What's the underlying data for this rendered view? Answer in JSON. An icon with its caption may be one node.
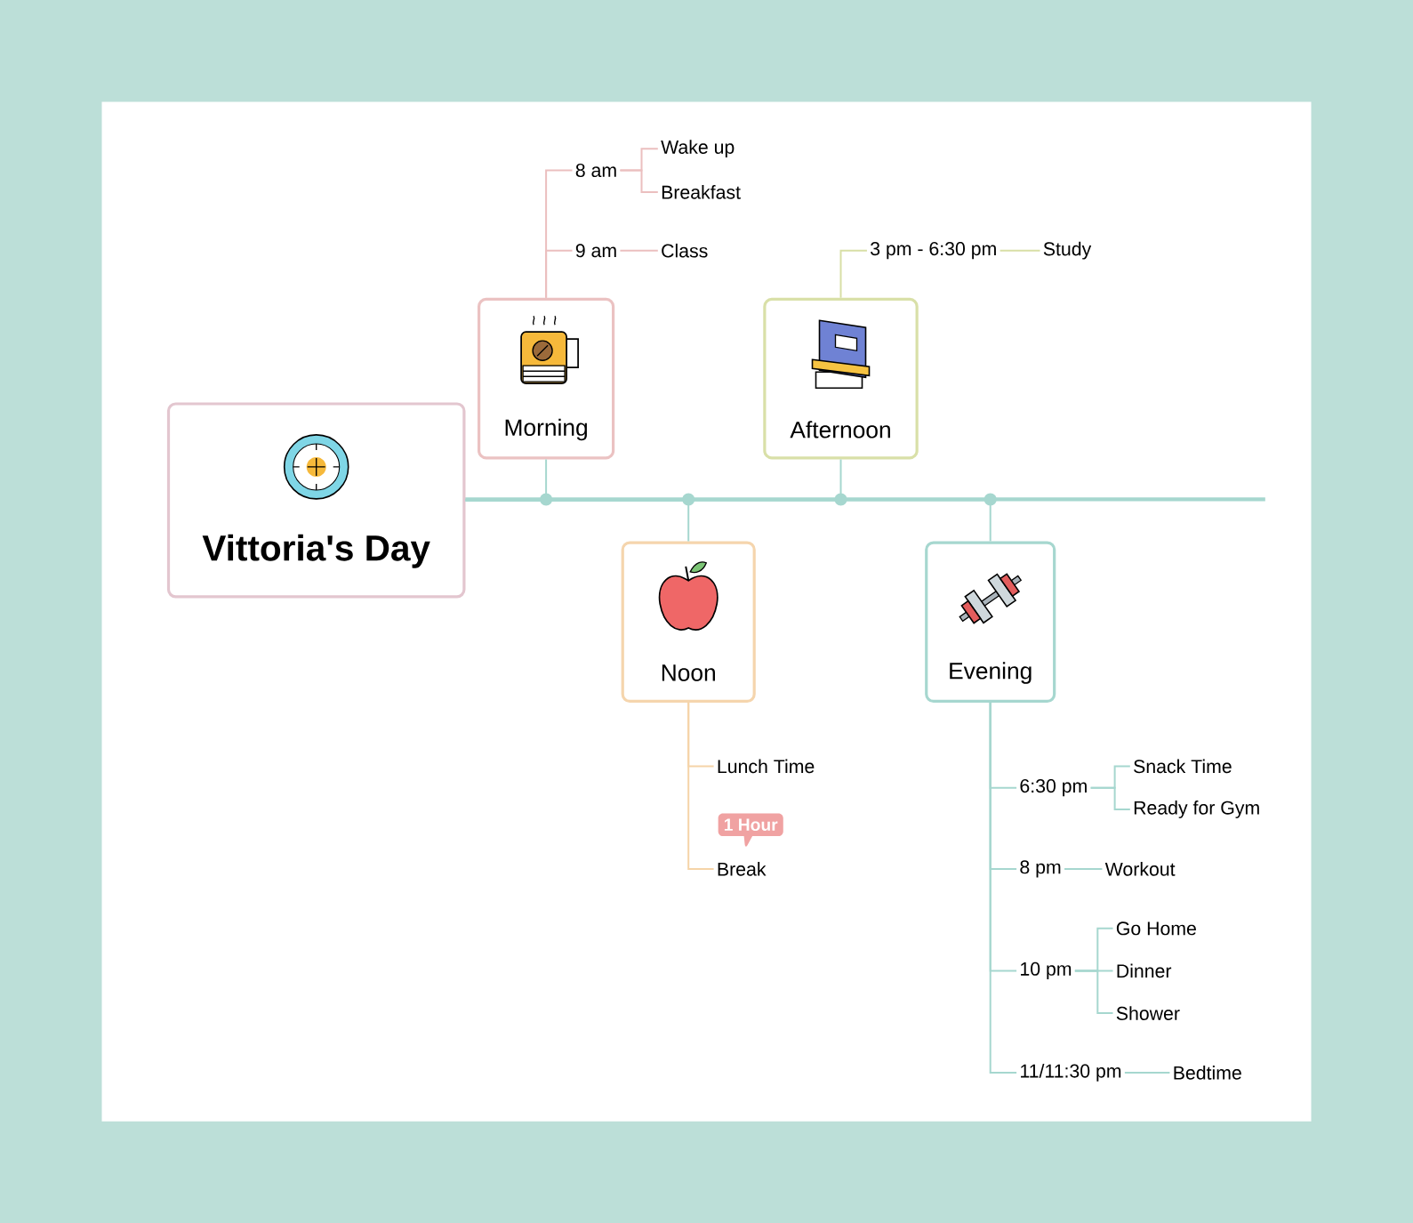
{
  "diagram": {
    "nodes": [
      {
        "text": [
          "Vittoria's Day"
        ]
      },
      {
        "text": [
          "Morning"
        ]
      },
      {
        "text": [
          "Afternoon"
        ]
      },
      {
        "text": [
          "Noon"
        ]
      },
      {
        "text": [
          "Evening"
        ]
      },
      {
        "text": [
          "8 am"
        ]
      },
      {
        "text": [
          "Wake up"
        ]
      },
      {
        "text": [
          "Breakfast"
        ]
      },
      {
        "text": [
          "9 am"
        ]
      },
      {
        "text": [
          "Class"
        ]
      },
      {
        "text": [
          "3 pm - 6:30 pm"
        ]
      },
      {
        "text": [
          "Study"
        ]
      },
      {
        "text": [
          "Lunch Time"
        ]
      },
      {
        "text": [
          "Break"
        ],
        "beside": [
          "1 Hour"
        ]
      },
      {
        "text": [
          "6:30 pm"
        ]
      },
      {
        "text": [
          "Snack Time"
        ]
      },
      {
        "text": [
          "Ready for Gym"
        ]
      },
      {
        "text": [
          "8 pm"
        ]
      },
      {
        "text": [
          "Workout"
        ]
      },
      {
        "text": [
          "10 pm"
        ]
      },
      {
        "text": [
          "Go Home"
        ]
      },
      {
        "text": [
          "Dinner"
        ]
      },
      {
        "text": [
          "Shower"
        ]
      },
      {
        "text": [
          "11/11:30 pm"
        ]
      },
      {
        "text": [
          "Bedtime"
        ]
      }
    ],
    "edges": [
      {
        "from": 0,
        "to": 1,
        "arrow": "none"
      },
      {
        "from": 0,
        "to": 3,
        "arrow": "none"
      },
      {
        "from": 0,
        "to": 2,
        "arrow": "none"
      },
      {
        "from": 0,
        "to": 4,
        "arrow": "none"
      },
      {
        "from": 1,
        "to": 5,
        "arrow": "none",
        "color": "#ebbfbf"
      },
      {
        "from": 5,
        "to": 6,
        "arrow": "none",
        "color": "#ebbfbf"
      },
      {
        "from": 5,
        "to": 7,
        "arrow": "none",
        "color": "#ebbfbf"
      },
      {
        "from": 1,
        "to": 8,
        "arrow": "none",
        "color": "#ebbfbf"
      },
      {
        "from": 8,
        "to": 9,
        "arrow": "none",
        "color": "#ebbfbf"
      },
      {
        "from": 2,
        "to": 10,
        "arrow": "none",
        "color": "#d8dfa6"
      },
      {
        "from": 10,
        "to": 11,
        "arrow": "none",
        "color": "#d8dfa6"
      },
      {
        "from": 3,
        "to": 12,
        "arrow": "none",
        "color": "#f5d4a8"
      },
      {
        "from": 3,
        "to": 13,
        "arrow": "none",
        "color": "#f5d4a8"
      },
      {
        "from": 4,
        "to": 14,
        "arrow": "none"
      },
      {
        "from": 14,
        "to": 15,
        "arrow": "none"
      },
      {
        "from": 14,
        "to": 16,
        "arrow": "none"
      },
      {
        "from": 4,
        "to": 17,
        "arrow": "none"
      },
      {
        "from": 17,
        "to": 18,
        "arrow": "none"
      },
      {
        "from": 4,
        "to": 19,
        "arrow": "none"
      },
      {
        "from": 19,
        "to": 20,
        "arrow": "none"
      },
      {
        "from": 19,
        "to": 21,
        "arrow": "none"
      },
      {
        "from": 19,
        "to": 22,
        "arrow": "none"
      },
      {
        "from": 4,
        "to": 23,
        "arrow": "none"
      },
      {
        "from": 23,
        "to": 24,
        "arrow": "none"
      }
    ]
  }
}
